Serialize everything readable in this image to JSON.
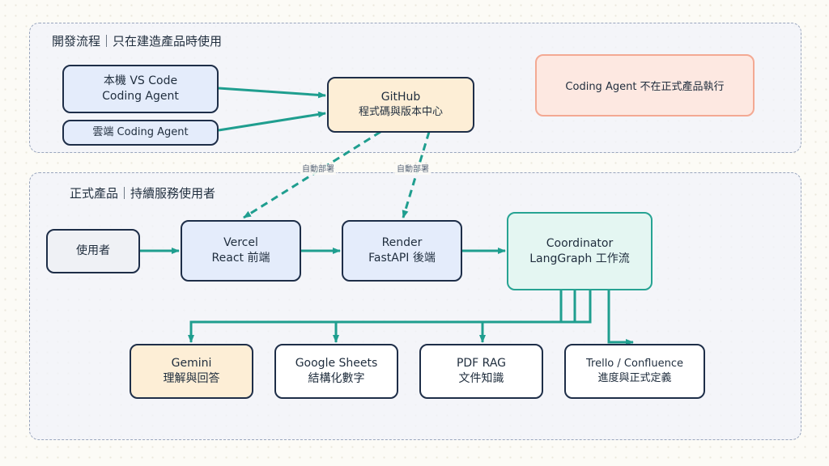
{
  "groups": {
    "dev": {
      "title": "開發流程｜只在建造產品時使用"
    },
    "prod": {
      "title": "正式產品｜持續服務使用者"
    }
  },
  "nodes": {
    "local_agent": {
      "lines": [
        "本機 VS Code",
        "Coding Agent"
      ]
    },
    "cloud_agent": {
      "lines": [
        "雲端 Coding Agent"
      ]
    },
    "github": {
      "lines": [
        "GitHub",
        "程式碼與版本中心"
      ]
    },
    "user": {
      "lines": [
        "使用者"
      ]
    },
    "vercel": {
      "lines": [
        "Vercel",
        "React 前端"
      ]
    },
    "render": {
      "lines": [
        "Render",
        "FastAPI 後端"
      ]
    },
    "coordinator": {
      "lines": [
        "Coordinator",
        "LangGraph 工作流"
      ]
    },
    "gemini": {
      "lines": [
        "Gemini",
        "理解與回答"
      ]
    },
    "sheets": {
      "lines": [
        "Google Sheets",
        "結構化數字"
      ]
    },
    "pdf_rag": {
      "lines": [
        "PDF RAG",
        "文件知識"
      ]
    },
    "trello": {
      "lines": [
        "Trello / Confluence",
        "進度與正式定義"
      ]
    }
  },
  "note": {
    "text": "Coding Agent 不在正式產品執行"
  },
  "edge_labels": {
    "deploy_frontend": "自動部署",
    "deploy_backend": "自動部署"
  },
  "colors": {
    "arrow": "#1f9e8f",
    "node_border": "#1e2e48",
    "group_border": "#9aa6bd",
    "blue_fill": "#e4ecfb",
    "cream_fill": "#fdeed6",
    "teal_fill": "#e4f6f2",
    "note_fill": "#fde8e1",
    "note_border": "#f3a993"
  }
}
